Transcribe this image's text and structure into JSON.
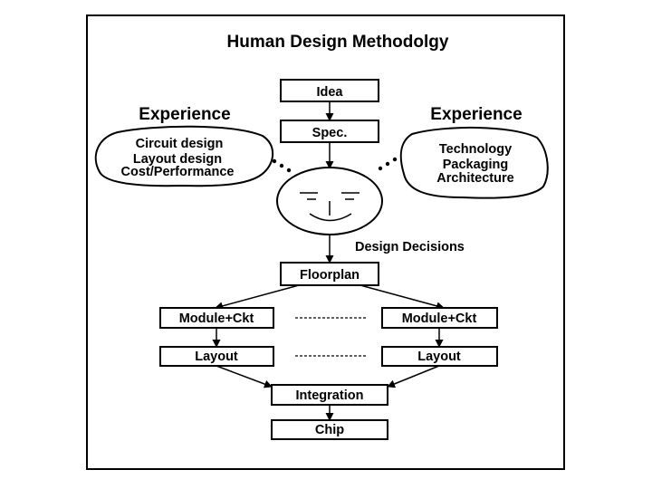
{
  "title": "Human Design Methodolgy",
  "experience_left": {
    "heading": "Experience",
    "items": [
      "Circuit design",
      "Layout design",
      "Cost/Performance"
    ]
  },
  "experience_right": {
    "heading": "Experience",
    "items": [
      "Technology",
      "Packaging",
      "Architecture"
    ]
  },
  "flow": {
    "idea": "Idea",
    "spec": "Spec.",
    "decisions": "Design Decisions",
    "floorplan": "Floorplan",
    "module_left": "Module+Ckt",
    "module_right": "Module+Ckt",
    "layout_left": "Layout",
    "layout_right": "Layout",
    "integration": "Integration",
    "chip": "Chip"
  },
  "colors": {
    "ink": "#000000",
    "background": "#ffffff"
  }
}
